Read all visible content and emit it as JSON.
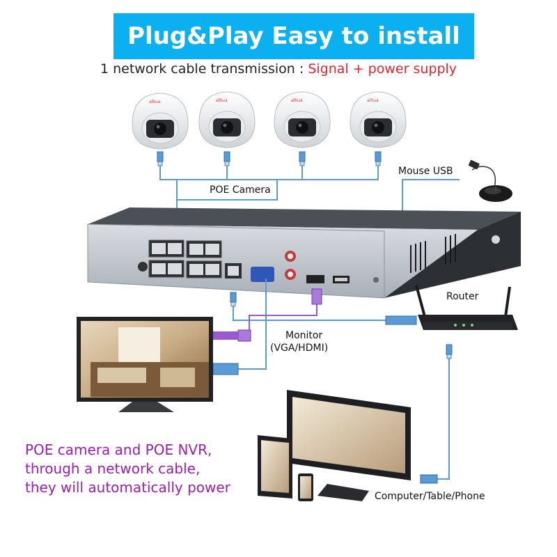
{
  "banner": {
    "title": "Plug&Play Easy to install"
  },
  "subtitle": {
    "lead": "1 network cable transmission :",
    "highlight": "Signal + power supply"
  },
  "labels": {
    "poe_camera": "POE Camera",
    "mouse_usb": "Mouse USB",
    "router": "Router",
    "monitor": "Monitor",
    "monitor_ports": "(VGA/HDMI)",
    "computer": "Computer/Table/Phone"
  },
  "note": {
    "line1": "POE camera and POE NVR,",
    "line2": "through a network cable,",
    "line3": "they will automatically power"
  },
  "colors": {
    "banner": "#0ab0f0",
    "highlight": "#e8232c",
    "note": "#9a1fb0",
    "cable": "#5b9bd5",
    "usb": "#9b59d0"
  }
}
